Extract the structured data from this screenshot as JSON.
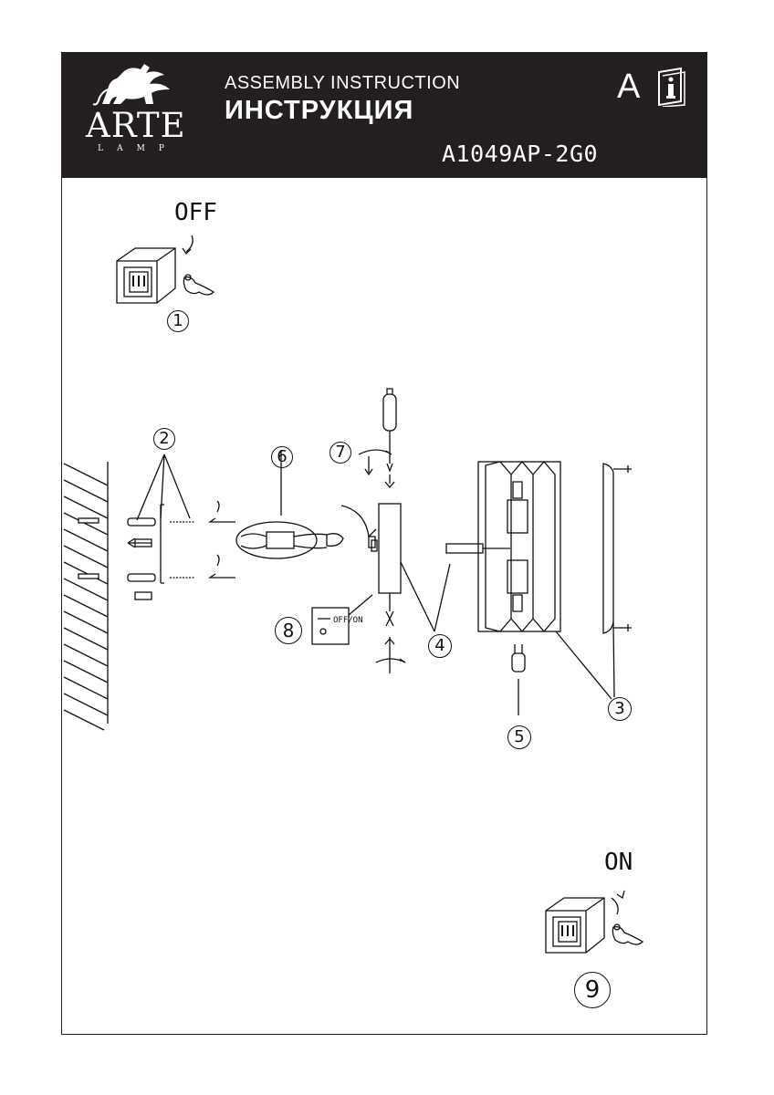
{
  "header": {
    "brand": "ARTE",
    "brand_sub": "LAMP",
    "title_en": "ASSEMBLY INSTRUCTION",
    "title_ru": "ИНСТРУКЦИЯ",
    "model": "A1049AP-2G0",
    "doc_letter": "A",
    "info_icon": "info-book-icon"
  },
  "steps": {
    "off_label": "OFF",
    "on_label": "ON",
    "switch_label": "OFF/ON",
    "n1": "1",
    "n2": "2",
    "n3": "3",
    "n4": "4",
    "n5": "5",
    "n6": "6",
    "n7": "7",
    "n8": "8",
    "n9": "9"
  }
}
